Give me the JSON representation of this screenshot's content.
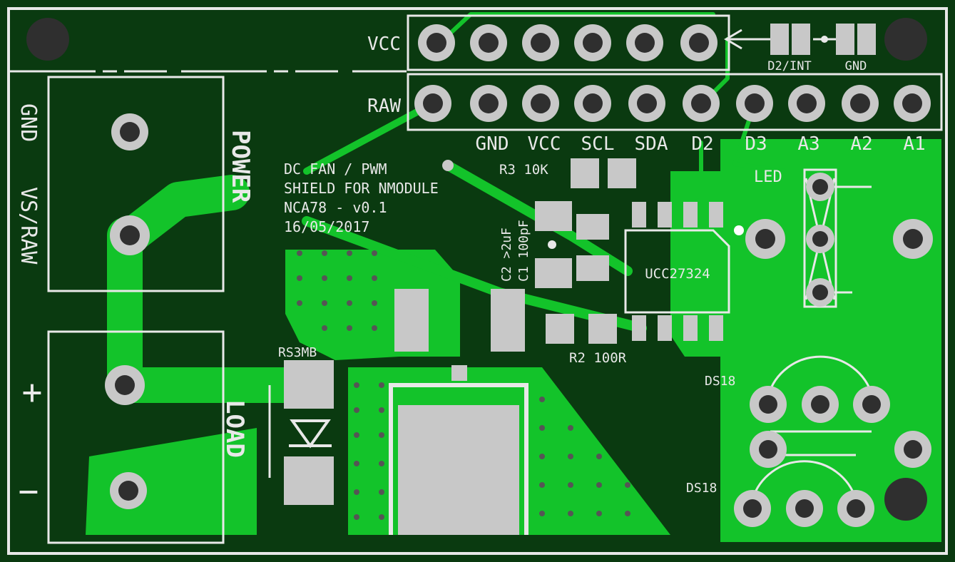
{
  "colors": {
    "board": "#0a3a10",
    "copper": "#13c32a",
    "silkscreen": "#e8e8e8",
    "pad": "#c8c8c8",
    "hole": "#2f2f2f"
  },
  "header_labels": {
    "vcc": "VCC",
    "raw": "RAW"
  },
  "pin_labels": [
    "GND",
    "VCC",
    "SCL",
    "SDA",
    "D2",
    "D3",
    "A3",
    "A2",
    "A1"
  ],
  "jumper_labels": {
    "d2_int": "D2/INT",
    "gnd": "GND"
  },
  "side_labels": {
    "gnd": "GND",
    "vs_raw": "VS/RAW",
    "plus": "+",
    "minus": "−",
    "power": "POWER",
    "load": "LOAD"
  },
  "board_info": {
    "line1": "DC FAN / PWM",
    "line2": "SHIELD FOR NMODULE",
    "line3": "NCA78 - v0.1",
    "line4": "16/05/2017"
  },
  "components": {
    "r3": "R3 10K",
    "c2": "C2 >2uF",
    "c1": "C1 100pF",
    "ic": "UCC27324",
    "r2": "R2 100R",
    "diode": "RS3MB",
    "led": "LED",
    "ds18_top": "DS18",
    "ds18_bottom": "DS18"
  }
}
